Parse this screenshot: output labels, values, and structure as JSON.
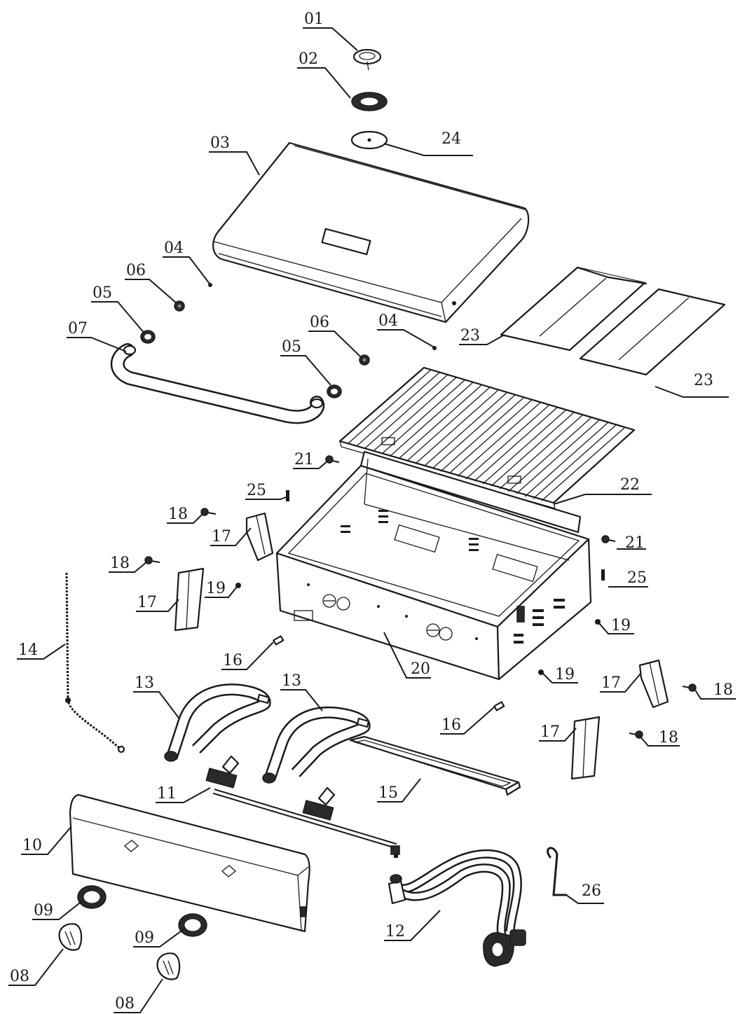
{
  "callouts": [
    {
      "id": "c01",
      "text": "01"
    },
    {
      "id": "c02",
      "text": "02"
    },
    {
      "id": "c24",
      "text": "24"
    },
    {
      "id": "c03",
      "text": "03"
    },
    {
      "id": "c04a",
      "text": "04"
    },
    {
      "id": "c06a",
      "text": "06"
    },
    {
      "id": "c05a",
      "text": "05"
    },
    {
      "id": "c07",
      "text": "07"
    },
    {
      "id": "c06b",
      "text": "06"
    },
    {
      "id": "c04b",
      "text": "04"
    },
    {
      "id": "c05b",
      "text": "05"
    },
    {
      "id": "c23a",
      "text": "23"
    },
    {
      "id": "c23b",
      "text": "23"
    },
    {
      "id": "c21a",
      "text": "21"
    },
    {
      "id": "c22",
      "text": "22"
    },
    {
      "id": "c25a",
      "text": "25"
    },
    {
      "id": "c18a",
      "text": "18"
    },
    {
      "id": "c17a",
      "text": "17"
    },
    {
      "id": "c21b",
      "text": "21"
    },
    {
      "id": "c18b",
      "text": "18"
    },
    {
      "id": "c25b",
      "text": "25"
    },
    {
      "id": "c17b",
      "text": "17"
    },
    {
      "id": "c19a",
      "text": "19"
    },
    {
      "id": "c19b",
      "text": "19"
    },
    {
      "id": "c14",
      "text": "14"
    },
    {
      "id": "c16a",
      "text": "16"
    },
    {
      "id": "c20",
      "text": "20"
    },
    {
      "id": "c19c",
      "text": "19"
    },
    {
      "id": "c17c",
      "text": "17"
    },
    {
      "id": "c18c",
      "text": "18"
    },
    {
      "id": "c13a",
      "text": "13"
    },
    {
      "id": "c13b",
      "text": "13"
    },
    {
      "id": "c16b",
      "text": "16"
    },
    {
      "id": "c17d",
      "text": "17"
    },
    {
      "id": "c18d",
      "text": "18"
    },
    {
      "id": "c11",
      "text": "11"
    },
    {
      "id": "c15",
      "text": "15"
    },
    {
      "id": "c10",
      "text": "10"
    },
    {
      "id": "c26",
      "text": "26"
    },
    {
      "id": "c09a",
      "text": "09"
    },
    {
      "id": "c09b",
      "text": "09"
    },
    {
      "id": "c12",
      "text": "12"
    },
    {
      "id": "c08a",
      "text": "08"
    },
    {
      "id": "c08b",
      "text": "08"
    }
  ]
}
